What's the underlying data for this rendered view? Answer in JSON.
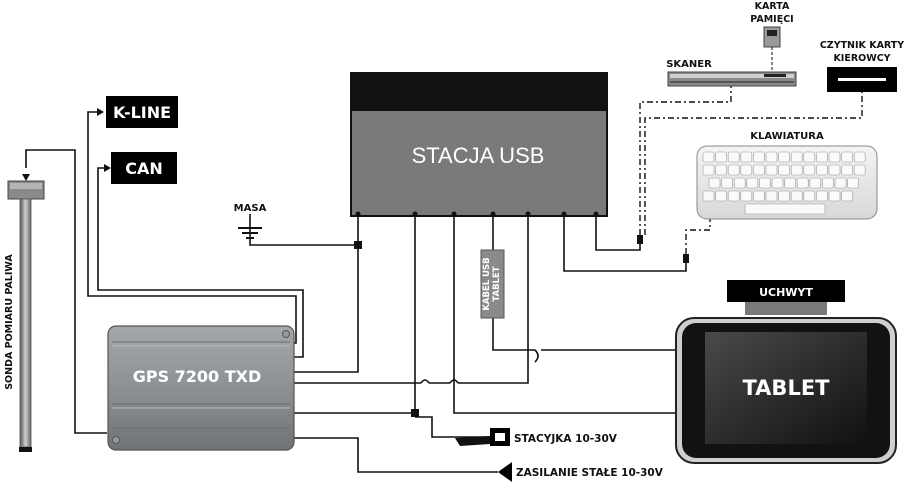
{
  "labels": {
    "stacja": "STACJA USB",
    "gps": "GPS 7200 TXD",
    "tablet": "TABLET",
    "kline": "K-LINE",
    "can": "CAN",
    "masa": "MASA",
    "sonda": "SONDA POMIARU PALIWA",
    "kabel_line1": "KABEL USB",
    "kabel_line2": "TABLET",
    "uchwyt": "UCHWYT",
    "skaner": "SKANER",
    "karta_line1": "KARTA",
    "karta_line2": "PAMIĘCI",
    "czytnik_line1": "CZYTNIK KARTY",
    "czytnik_line2": "KIEROWCY",
    "klawiatura": "KLAWIATURA",
    "stacyjka": "STACYJKA 10-30V",
    "zasilanie": "ZASILANIE STAŁE 10-30V"
  },
  "icons": [
    "ground-icon",
    "key-icon",
    "arrow-left-icon",
    "keyboard-icon",
    "scanner-icon",
    "memory-card-icon",
    "card-reader-icon",
    "fuel-probe-icon"
  ],
  "colors": {
    "station_dark": "#111111",
    "station_grey": "#7a7a7a",
    "tablet_bezel": "#121212",
    "label_box": "#000000"
  }
}
